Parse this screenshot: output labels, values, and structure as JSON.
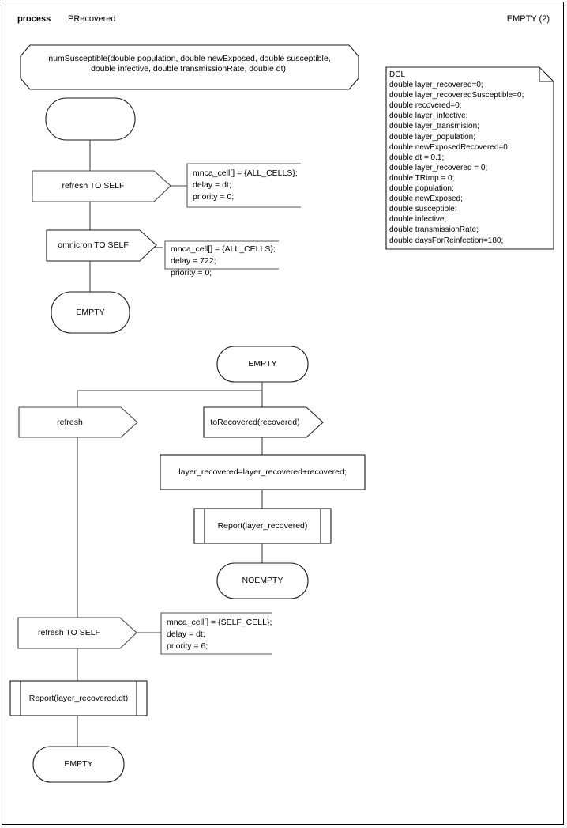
{
  "header": {
    "keyword": "process",
    "name": "PRecovered",
    "state_counter": "EMPTY (2)"
  },
  "declaration_box": {
    "name": "DCL",
    "lines": [
      "DCL",
      "double layer_recovered=0;",
      "double layer_recoveredSusceptible=0;",
      "double recovered=0;",
      "double layer_infective;",
      "double layer_transmision;",
      "double layer_population;",
      "double newExposedRecovered=0;",
      "double dt = 0.1;",
      "double layer_recovered = 0;",
      "double TRtmp = 0;",
      "double population;",
      "double newExposed;",
      "double susceptible;",
      "double infective;",
      "double transmissionRate;",
      "double daysForReinfection=180;"
    ]
  },
  "procedure_signature": {
    "line1": "numSusceptible(double population, double newExposed, double susceptible,",
    "line2": "double infective, double transmissionRate, double dt);"
  },
  "nodes": {
    "start": {
      "label": ""
    },
    "out_refresh_1": {
      "label": "refresh TO SELF"
    },
    "out_omnicron": {
      "label": "omnicron TO SELF"
    },
    "state_empty_1": {
      "label": "EMPTY"
    },
    "state_empty_2": {
      "label": "EMPTY"
    },
    "in_refresh": {
      "label": "refresh"
    },
    "in_to_recovered": {
      "label": "toRecovered(recovered)"
    },
    "task_layer_recovered": {
      "label": "layer_recovered=layer_recovered+recovered;"
    },
    "call_report_1": {
      "label": "Report(layer_recovered)"
    },
    "state_noempty": {
      "label": "NOEMPTY"
    },
    "out_refresh_2": {
      "label": "refresh TO SELF"
    },
    "call_report_2": {
      "label": "Report(layer_recovered,dt)"
    },
    "state_empty_3": {
      "label": "EMPTY"
    }
  },
  "comments": {
    "comment_1": {
      "l1": "mnca_cell[] = {ALL_CELLS};",
      "l2": "delay = dt;",
      "l3": "priority = 0;"
    },
    "comment_2": {
      "l1": "mnca_cell[] = {ALL_CELLS};",
      "l2": "delay = 722;",
      "l3": "priority = 0;"
    },
    "comment_3": {
      "l1": "mnca_cell[] = {SELF_CELL};",
      "l2": "delay = dt;",
      "l3": "priority = 6;"
    }
  },
  "colors": {
    "background": "#ffffff",
    "stroke": "#444444",
    "stroke_dark": "#1a1a1a",
    "text": "#000000"
  }
}
